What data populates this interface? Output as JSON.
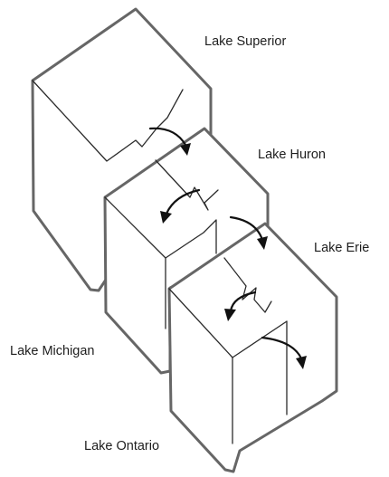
{
  "lakes": {
    "superior": "Lake Superior",
    "huron": "Lake Huron",
    "erie": "Lake Erie",
    "michigan": "Lake Michigan",
    "ontario": "Lake Ontario"
  },
  "colors": {
    "box_outline": "#666666",
    "inner_edges": "#2b2b2b",
    "arrows": "#111111",
    "background": "#ffffff"
  }
}
